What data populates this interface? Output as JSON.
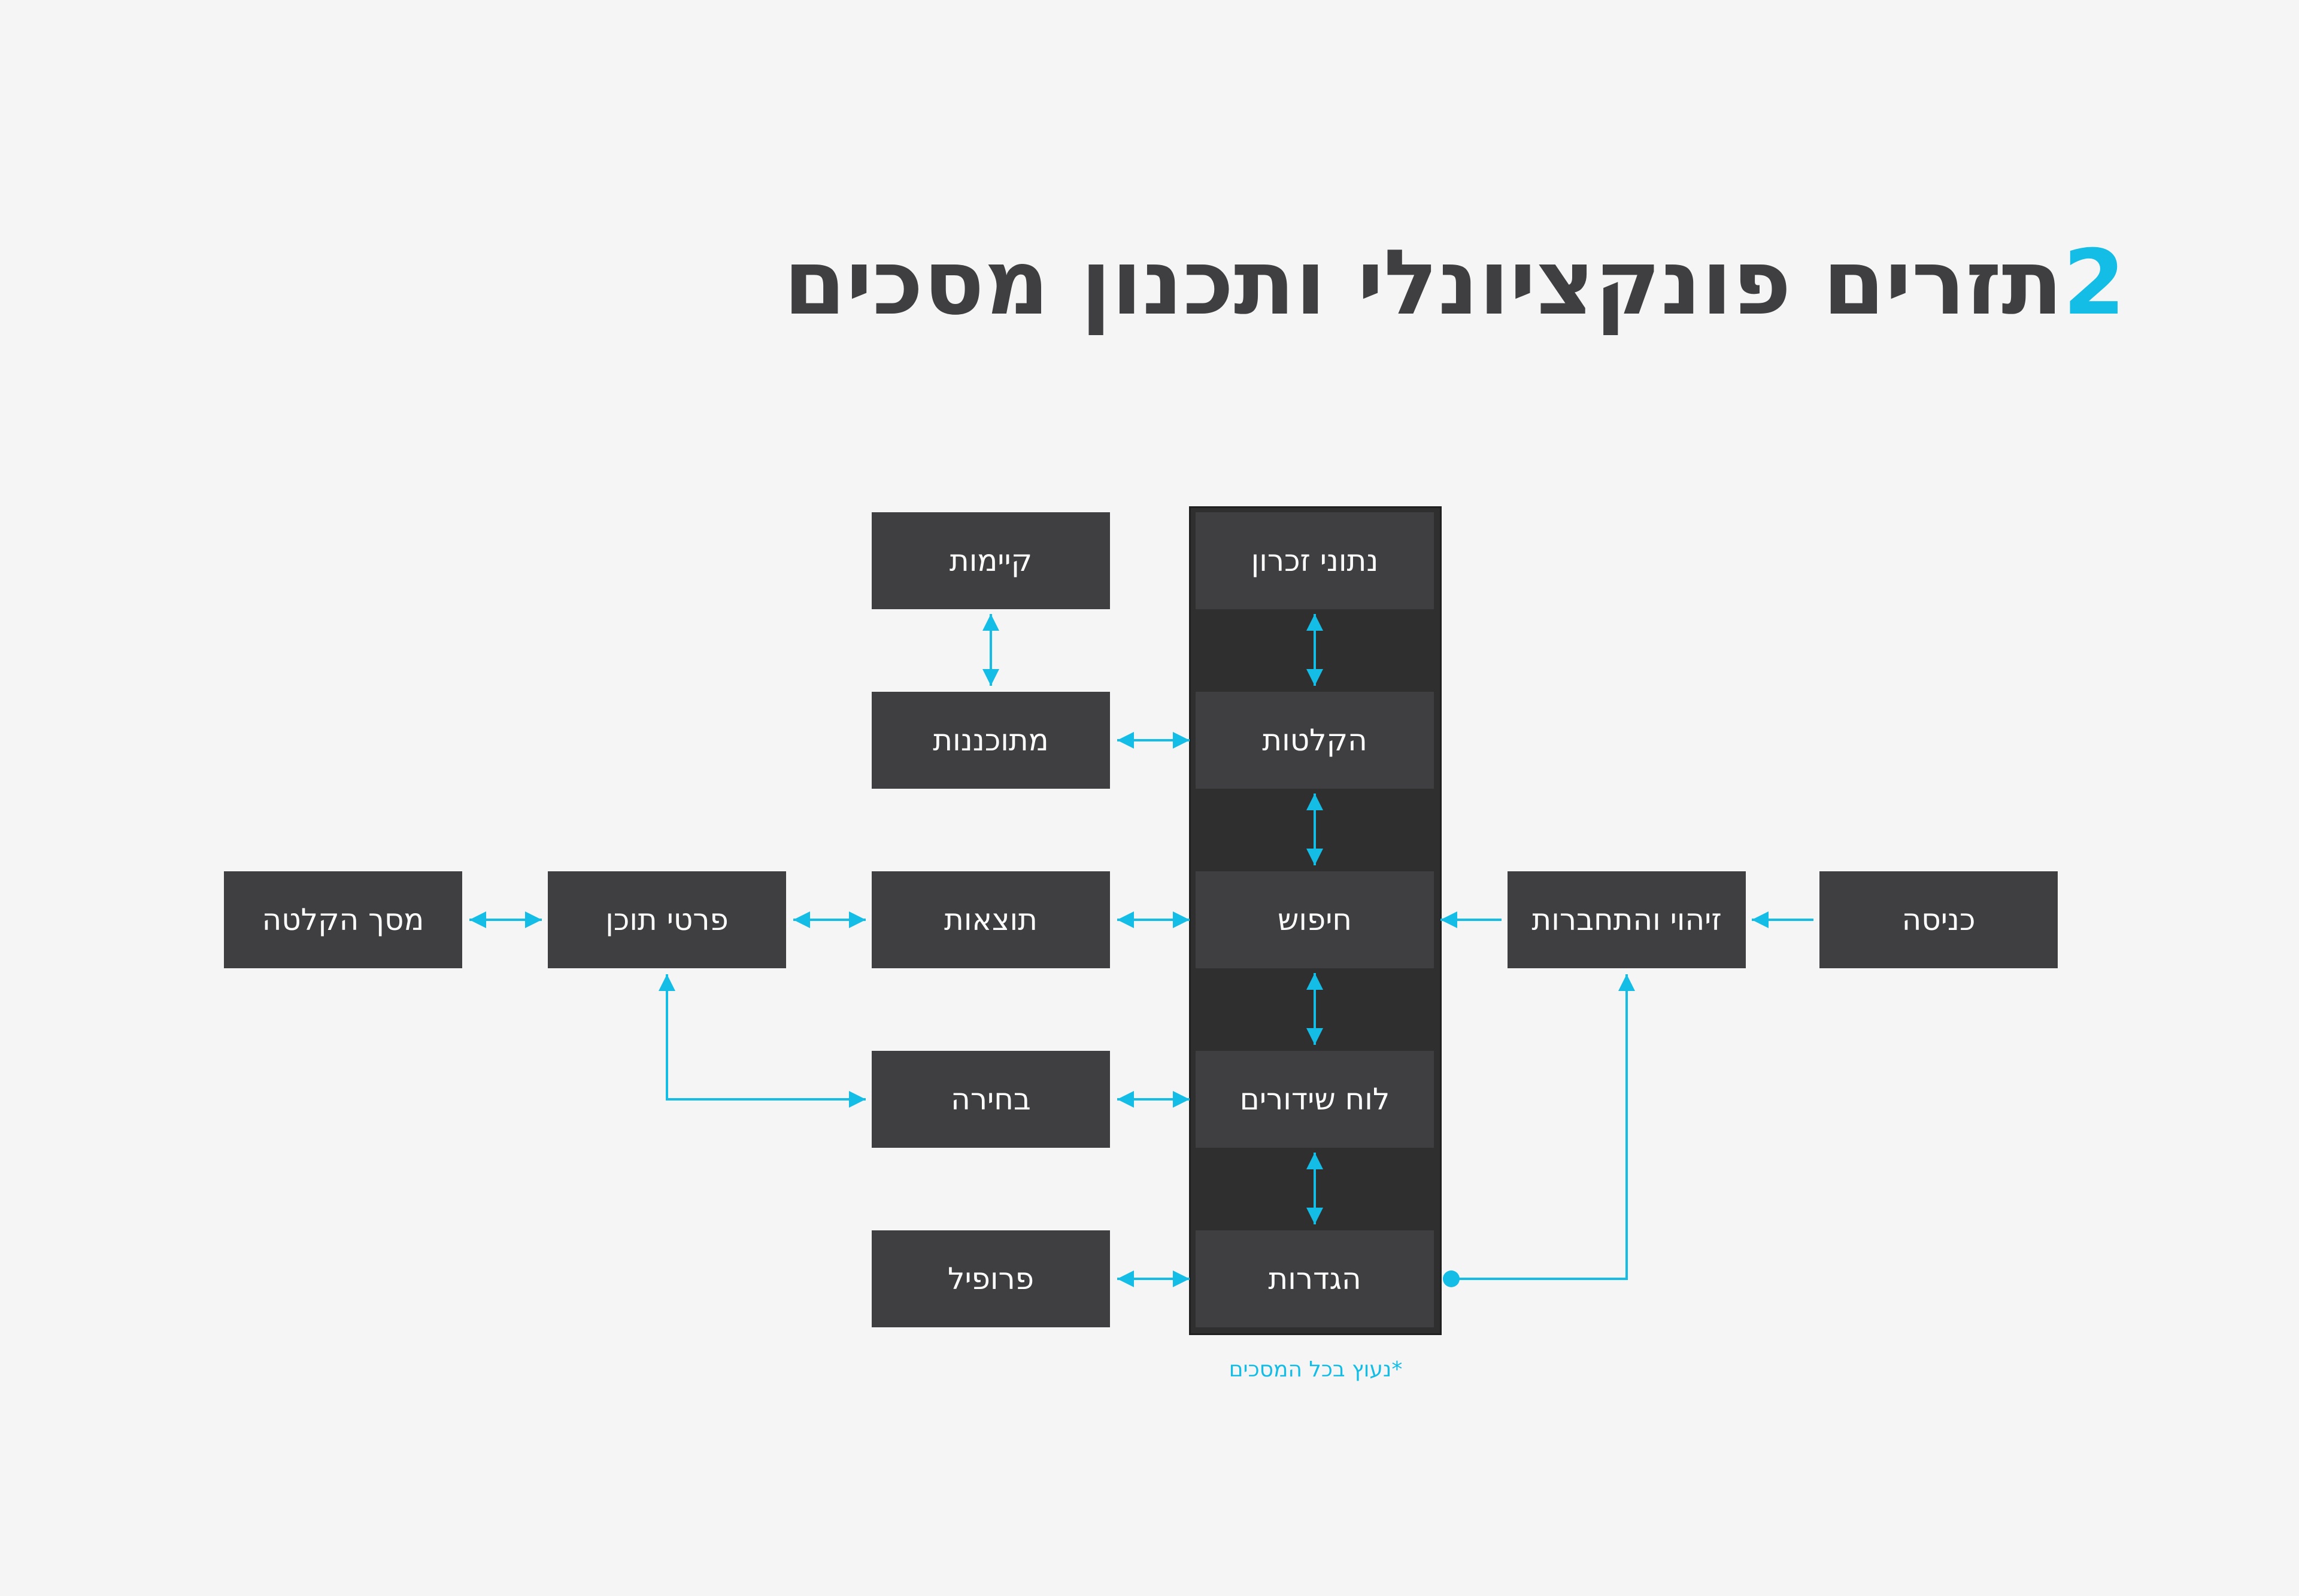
{
  "title": {
    "number": "2",
    "text": "תזרים פונקציונלי ותכנון מסכים"
  },
  "boxes": {
    "kiymot": "קיימות",
    "nituneyZikaron": "נתוני זכרון",
    "mitkhonenot": "מתוכננות",
    "haklatot": "הקלטות",
    "masakHaklata": "מסך הקלטה",
    "pirteyTokhen": "פרטי תוכן",
    "totsaot": "תוצאות",
    "khipus": "חיפוש",
    "zihuy": "זיהוי והתחברות",
    "knisa": "כניסה",
    "bkhira": "בחירה",
    "luakhShidurim": "לוח שידורים",
    "profil": "פרופיל",
    "hagdarot": "הגדרות"
  },
  "note": "*נעוץ בכל המסכים",
  "colors": {
    "accent": "#13bde6",
    "box": "#3f3f41",
    "column": "#2f2f30",
    "background": "#f5f5f5",
    "title": "#3f3f41"
  }
}
